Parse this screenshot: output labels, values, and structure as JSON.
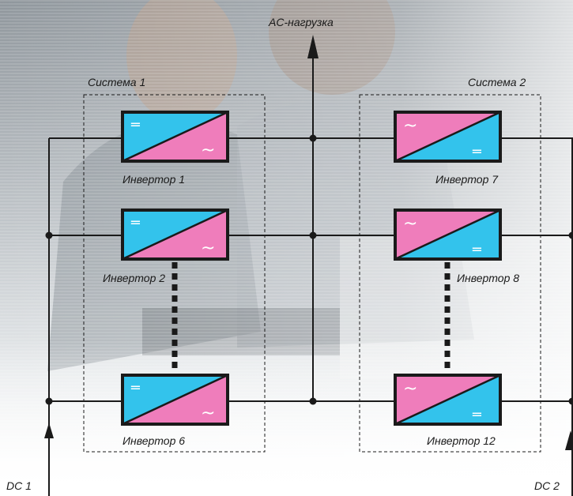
{
  "labels": {
    "ac_load": "AC-нагрузка",
    "system_1": "Система 1",
    "system_2": "Система 2",
    "dc_1": "DC 1",
    "dc_2": "DC 2"
  },
  "inverters": {
    "inv1": "Инвертор 1",
    "inv2": "Инвертор 2",
    "inv6": "Инвертор 6",
    "inv7": "Инвертор 7",
    "inv8": "Инвертор 8",
    "inv12": "Инвертор 12"
  },
  "symbols": {
    "dc": "═",
    "ac": "~"
  },
  "colors": {
    "cyan": "#33c3ec",
    "pink": "#ef7dbb",
    "line": "#1a1a1a"
  }
}
